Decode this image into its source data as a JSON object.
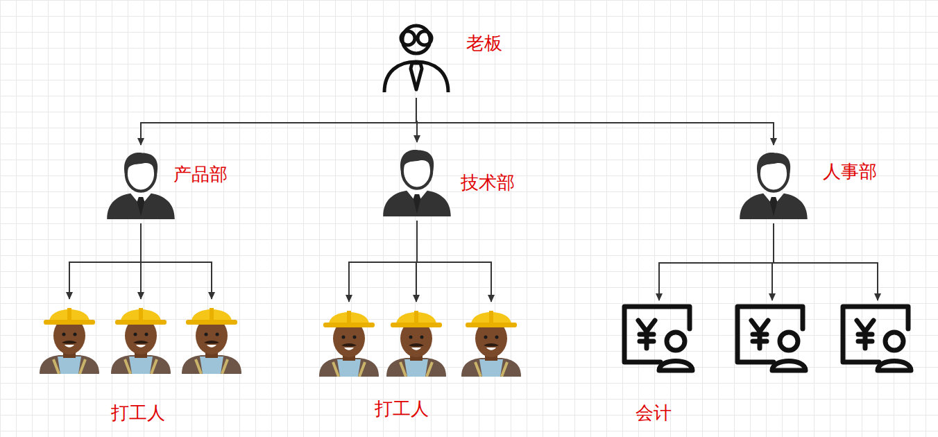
{
  "diagram": {
    "nodes": [
      {
        "text": [
          "老板"
        ]
      },
      {
        "text": [
          "产品部"
        ]
      },
      {
        "text": [
          "技术部"
        ]
      },
      {
        "text": [
          "人事部"
        ]
      },
      {
        "text": [
          "打工人"
        ]
      },
      {
        "text": [
          "打工人"
        ]
      },
      {
        "text": [
          "会计"
        ]
      }
    ],
    "edges": [
      {
        "from": 0,
        "to": 1,
        "arrow": "to"
      },
      {
        "from": 0,
        "to": 2,
        "arrow": "to"
      },
      {
        "from": 0,
        "to": 3,
        "arrow": "to"
      },
      {
        "from": 1,
        "to": 4,
        "arrow": "to"
      },
      {
        "from": 2,
        "to": 5,
        "arrow": "to"
      },
      {
        "from": 3,
        "to": 6,
        "arrow": "to"
      }
    ]
  }
}
